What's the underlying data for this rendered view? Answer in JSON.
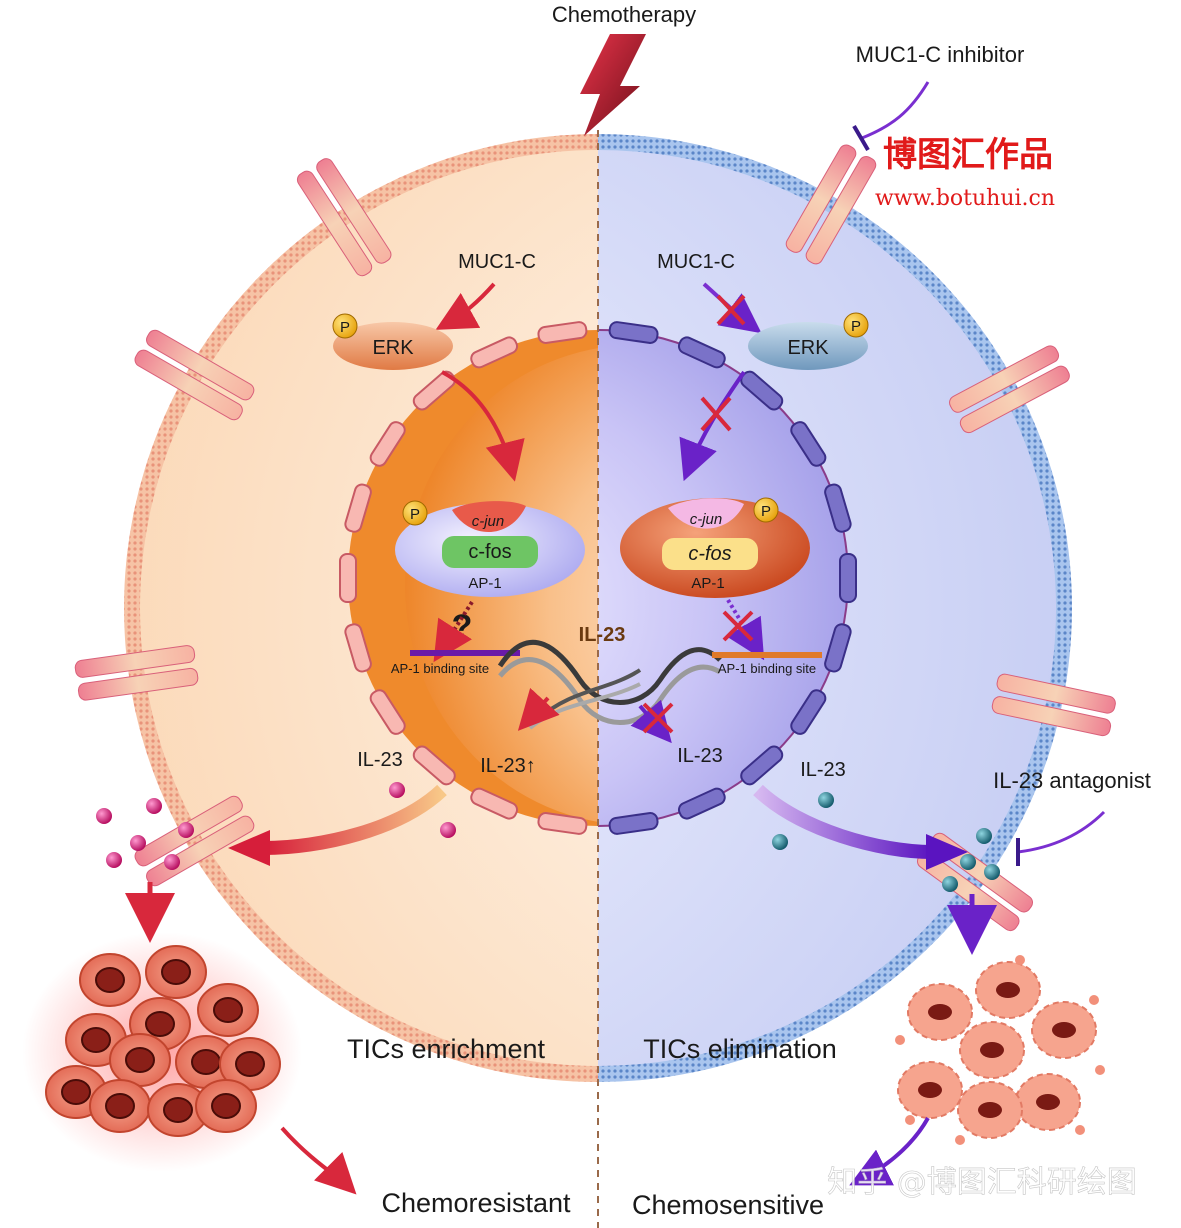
{
  "labels": {
    "chemotherapy": "Chemotherapy",
    "muc1c_inhibitor": "MUC1-C inhibitor",
    "muc1c_left": "MUC1-C",
    "muc1c_right": "MUC1-C",
    "erk_left": "ERK",
    "erk_right": "ERK",
    "p_erk_left": "P",
    "p_erk_right": "P",
    "p_ap1_left": "P",
    "p_ap1_right": "P",
    "cjun_left": "c-jun",
    "cfos_left": "c-fos",
    "cjun_right": "c-jun",
    "cfos_right": "c-fos",
    "ap1_left": "AP-1",
    "ap1_right": "AP-1",
    "question": "?",
    "binding_site_left": "AP-1 binding site",
    "binding_site_right": "AP-1 binding site",
    "il23_gene": "IL-23",
    "il23_up": "IL-23↑",
    "il23_nucleus_right": "IL-23",
    "il23_left_out": "IL-23",
    "il23_right_out": "IL-23",
    "il23_antagonist": "IL-23 antagonist",
    "tics_enrichment": "TICs enrichment",
    "tics_elimination": "TICs elimination",
    "chemoresistant": "Chemoresistant",
    "chemosensitive": "Chemosensitive"
  },
  "watermark": {
    "title": "博图汇作品",
    "url": "www.botuhui.cn",
    "footer": "知乎 @博图汇科研绘图"
  },
  "colors": {
    "left_cytoplasm": "#fde4cc",
    "right_cytoplasm": "#d9def8",
    "left_nucleus": "#f08c2e",
    "right_nucleus": "#b3b3f0",
    "receptor_pink": "#f2849a",
    "arrow_red": "#d8283c",
    "arrow_purple": "#7a2fd0",
    "divider": "#9a6a4a"
  }
}
